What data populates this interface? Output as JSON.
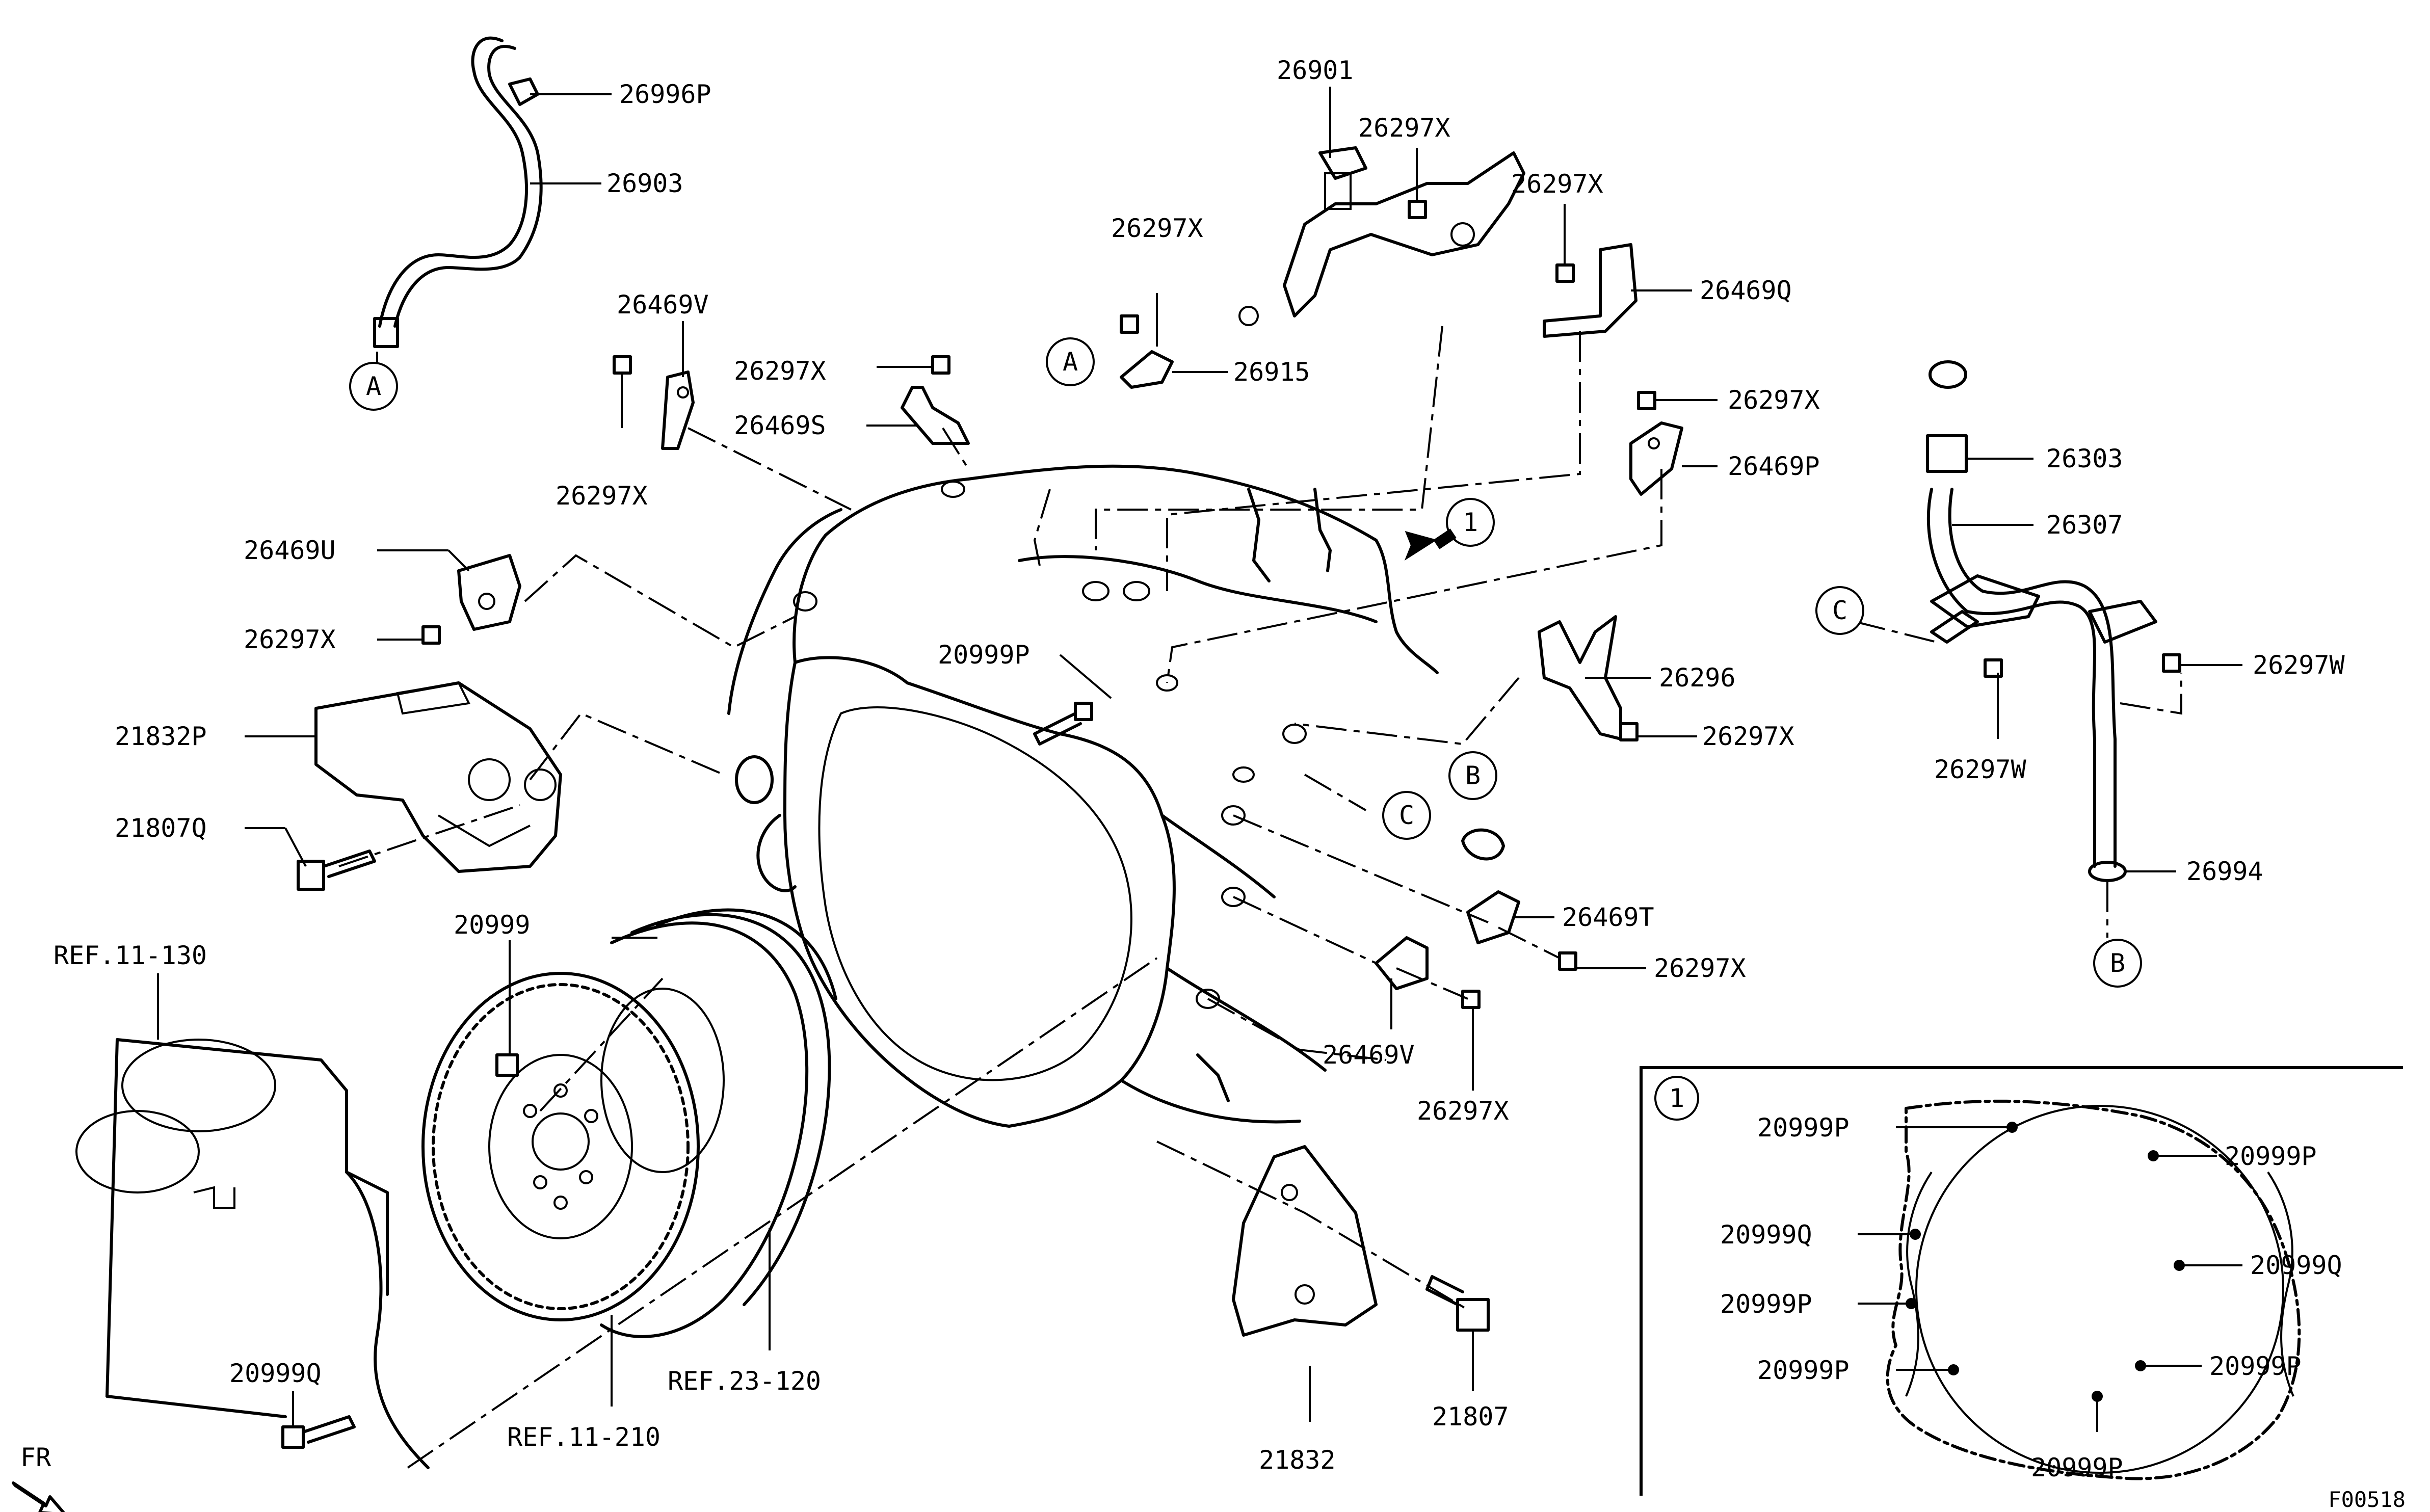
{
  "parts": {
    "p26996P": "26996P",
    "p26903": "26903",
    "p26901": "26901",
    "p26297X_a": "26297X",
    "p26297X_b": "26297X",
    "p26297X_c": "26297X",
    "p26469Q": "26469Q",
    "p26469V_a": "26469V",
    "p26297X_d": "26297X",
    "p26915": "26915",
    "p26297X_e": "26297X",
    "p26469S": "26469S",
    "p26297X_f": "26297X",
    "p26469P": "26469P",
    "p26303": "26303",
    "p26307": "26307",
    "p26469U": "26469U",
    "p26297X_g": "26297X",
    "p20999P_main": "20999P",
    "p26296": "26296",
    "p26297W_a": "26297W",
    "p26297X_h": "26297X",
    "p26297W_b": "26297W",
    "p21832P": "21832P",
    "p21807Q": "21807Q",
    "p26994": "26994",
    "p26469T": "26469T",
    "p20999": "20999",
    "p26297X_i": "26297X",
    "p26469V_b": "26469V",
    "p26297X_j": "26297X",
    "p21807": "21807",
    "p21832": "21832",
    "p20999Q_main": "20999Q"
  },
  "refs": {
    "ref11_130": "REF.11-130",
    "ref23_120": "REF.23-120",
    "ref11_210": "REF.11-210"
  },
  "callouts": {
    "a": "A",
    "b": "B",
    "c": "C",
    "one": "1"
  },
  "inset": {
    "number": "1",
    "labels": [
      "20999P",
      "20999P",
      "20999Q",
      "20999Q",
      "20999P",
      "20999P",
      "20999P",
      "20999P"
    ]
  },
  "direction": "FR",
  "figure_id": "F00518"
}
